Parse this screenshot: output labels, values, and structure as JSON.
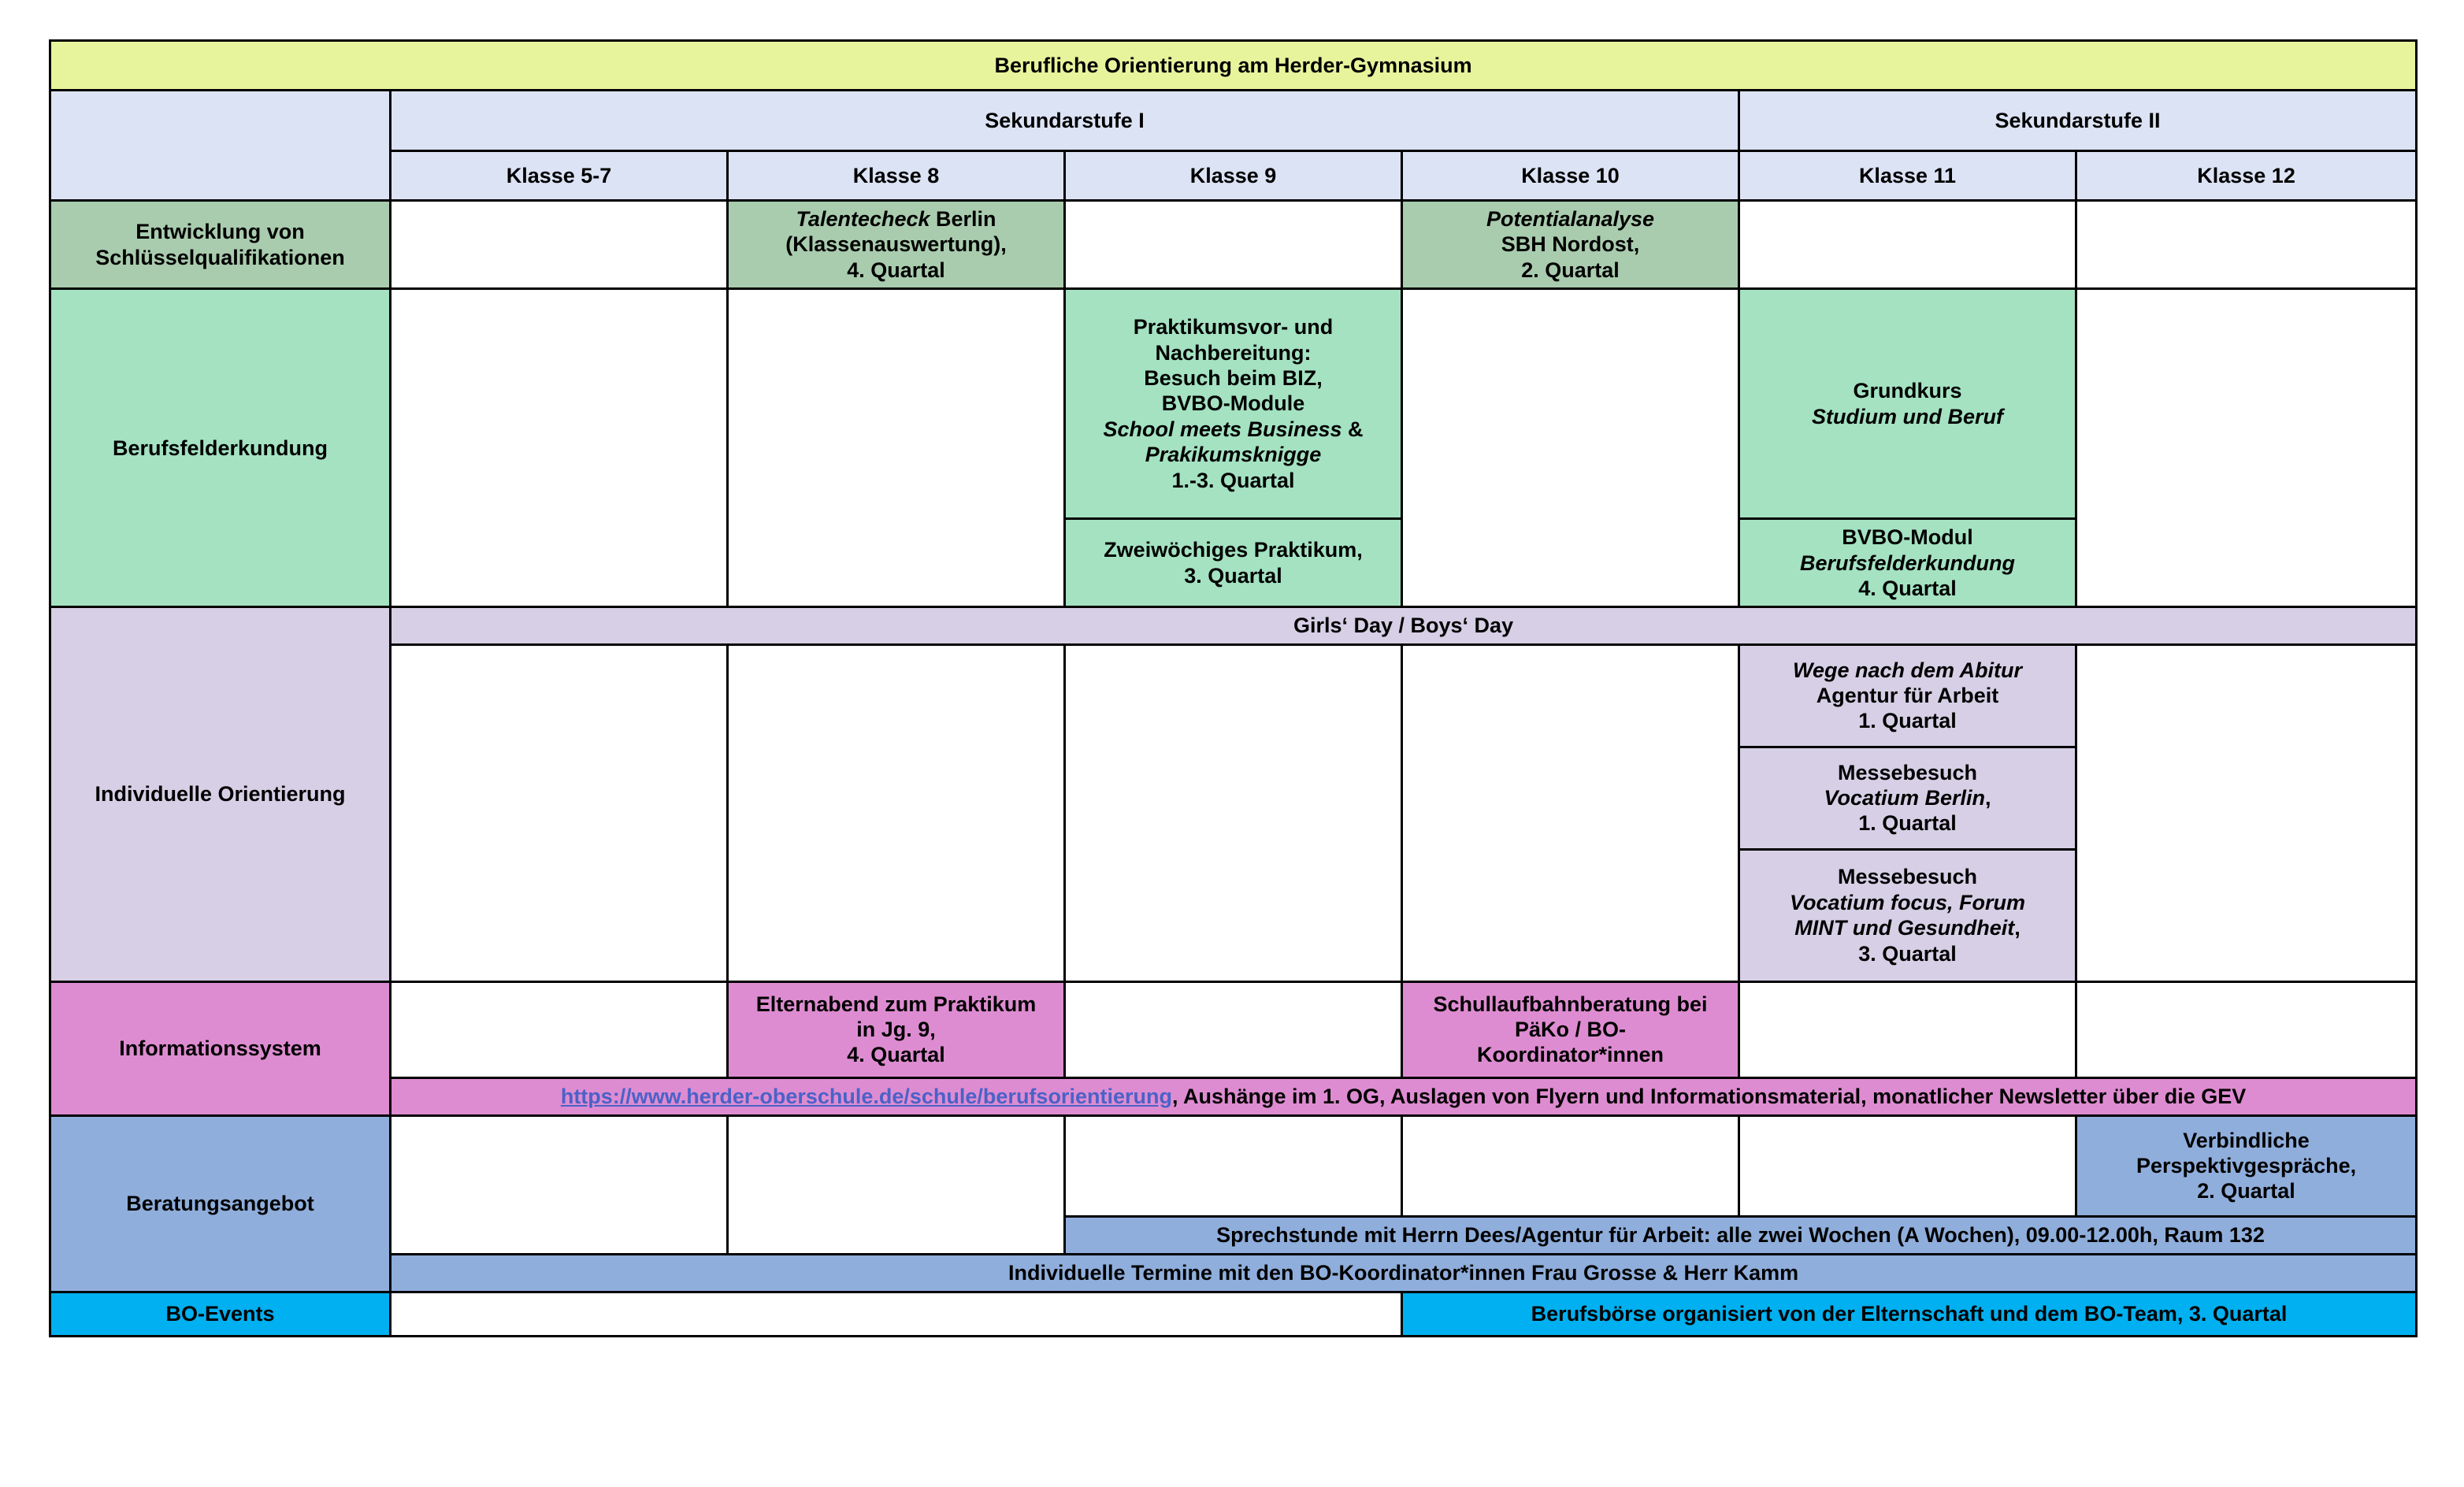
{
  "title": "Berufliche Orientierung am Herder-Gymnasium",
  "colors": {
    "title_bg": "#E8F49C",
    "header_bg": "#DCE3F5",
    "row_schluesselqualifikationen": "#A9CCAE",
    "row_berufsfelderkundung": "#A4E2C2",
    "row_individuelle_orientierung": "#D6CFE5",
    "row_informationssystem": "#DE8CD1",
    "row_beratungsangebot": "#8FAEDC",
    "row_bo_events": "#00B0F0",
    "link": "#4A62C8"
  },
  "header": {
    "corner": "",
    "stufen": [
      {
        "label": "Sekundarstufe I",
        "span": 4
      },
      {
        "label": "Sekundarstufe II",
        "span": 2
      }
    ],
    "klassen": [
      "Klasse 5-7",
      "Klasse 8",
      "Klasse 9",
      "Klasse 10",
      "Klasse 11",
      "Klasse 12"
    ]
  },
  "rows": {
    "schluesselqualifikationen": {
      "label": "Entwicklung von Schlüsselqualifikationen",
      "k8": {
        "line1_em": "Talentecheck",
        "line1_rest": " Berlin",
        "line2": "(Klassenauswertung),",
        "line3": "4. Quartal"
      },
      "k10": {
        "line1_em": "Potentialanalyse",
        "line2": "SBH Nordost,",
        "line3": "2. Quartal"
      }
    },
    "berufsfelderkundung": {
      "label": "Berufsfelderkundung",
      "k9_top": {
        "line1": "Praktikumsvor- und",
        "line2": "Nachbereitung:",
        "line3": "Besuch beim BIZ,",
        "line4": "BVBO-Module",
        "line5_em": "School meets Business",
        "line5_rest": " &",
        "line6_em": "Prakikumsknigge",
        "line7": "1.-3. Quartal"
      },
      "k9_bottom": {
        "line1": "Zweiwöchiges Praktikum,",
        "line2": "3. Quartal"
      },
      "k11_top": {
        "line1": "Grundkurs",
        "line2_em": "Studium und Beruf"
      },
      "k11_bottom": {
        "line1": "BVBO-Modul",
        "line2_em": "Berufsfelderkundung",
        "line3": "4. Quartal"
      }
    },
    "individuelle_orientierung": {
      "label": "Individuelle Orientierung",
      "girls_boys_day": "Girls‘ Day / Boys‘ Day",
      "k11_a": {
        "line1_em": "Wege nach dem Abitur",
        "line2": "Agentur für Arbeit",
        "line3": "1. Quartal"
      },
      "k11_b": {
        "line1": "Messebesuch",
        "line2_em": "Vocatium Berlin",
        "line2_rest": ",",
        "line3": "1. Quartal"
      },
      "k11_c": {
        "line1": "Messebesuch",
        "line2_em": "Vocatium focus, Forum",
        "line3_em": "MINT und Gesundheit",
        "line3_rest": ",",
        "line4": "3. Quartal"
      }
    },
    "informationssystem": {
      "label": "Informationssystem",
      "k8": {
        "line1": "Elternabend zum Praktikum",
        "line2": "in Jg. 9,",
        "line3": "4. Quartal"
      },
      "k10": {
        "line1": "Schullaufbahnberatung bei",
        "line2": "PäKo / BO-",
        "line3": "Koordinator*innen"
      },
      "wide_link": "https://www.herder-oberschule.de/schule/berufsorientierung",
      "wide_rest": ", Aushänge im 1. OG, Auslagen von Flyern und Informationsmaterial, monatlicher Newsletter über die GEV"
    },
    "beratungsangebot": {
      "label": "Beratungsangebot",
      "k12": {
        "line1": "Verbindliche",
        "line2": "Perspektivgespräche,",
        "line3": "2. Quartal"
      },
      "sprechstunde": "Sprechstunde mit Herrn Dees/Agentur für Arbeit: alle zwei Wochen (A Wochen), 09.00-12.00h, Raum 132",
      "individuelle_termine": "Individuelle Termine mit den BO-Koordinator*innen Frau Grosse & Herr Kamm"
    },
    "bo_events": {
      "label": "BO-Events",
      "berufsboerse": "Berufsbörse organisiert von der Elternschaft und dem BO-Team, 3. Quartal"
    }
  }
}
